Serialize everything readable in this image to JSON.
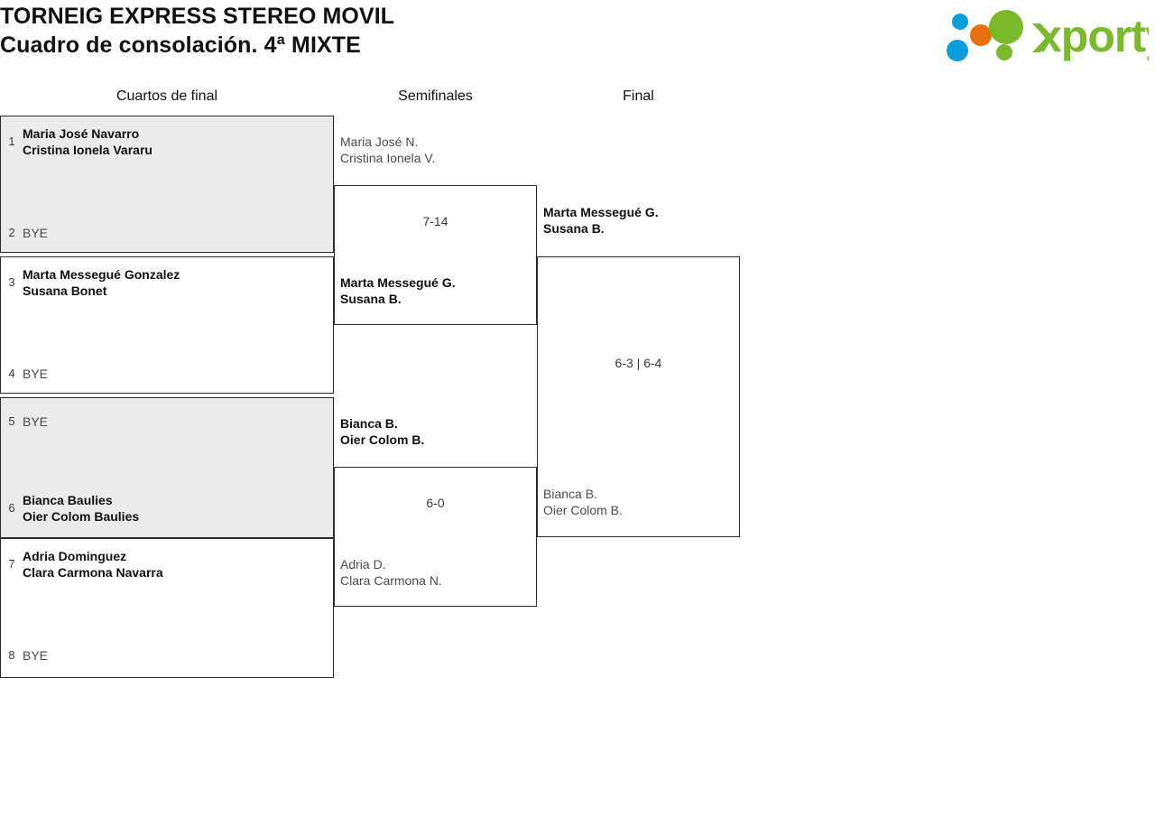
{
  "header": {
    "title_line1": "TORNEIG EXPRESS STEREO MOVIL",
    "title_line2": "Cuadro de consolación. 4ª MIXTE",
    "logo_text": "xporty"
  },
  "colors": {
    "brand_green": "#7ab929",
    "brand_blue": "#0a9fda",
    "brand_orange": "#e8700a",
    "shaded_row": "#ebebeb",
    "border": "#2b2b2b",
    "winner_text": "#111111",
    "loser_text": "#4b4b4b"
  },
  "rounds": [
    {
      "label": "Cuartos de final"
    },
    {
      "label": "Semifinales"
    },
    {
      "label": "Final"
    }
  ],
  "round1": {
    "matches": [
      {
        "shaded": true,
        "top": {
          "seed": "1",
          "line1": "Maria José Navarro",
          "line2": "Cristina Ionela Vararu",
          "status": "winner"
        },
        "bottom": {
          "seed": "2",
          "line1": "BYE",
          "line2": "",
          "status": "bye"
        }
      },
      {
        "shaded": false,
        "top": {
          "seed": "3",
          "line1": "Marta Messegué Gonzalez",
          "line2": "Susana Bonet",
          "status": "winner"
        },
        "bottom": {
          "seed": "4",
          "line1": "BYE",
          "line2": "",
          "status": "bye"
        }
      },
      {
        "shaded": true,
        "top": {
          "seed": "5",
          "line1": "BYE",
          "line2": "",
          "status": "bye"
        },
        "bottom": {
          "seed": "6",
          "line1": "Bianca Baulies",
          "line2": "Oier Colom Baulies",
          "status": "winner"
        }
      },
      {
        "shaded": false,
        "top": {
          "seed": "7",
          "line1": "Adria Dominguez",
          "line2": "Clara Carmona Navarra",
          "status": "winner"
        },
        "bottom": {
          "seed": "8",
          "line1": "BYE",
          "line2": "",
          "status": "bye"
        }
      }
    ]
  },
  "semifinals": {
    "matches": [
      {
        "score": "7-14",
        "top": {
          "line1": "Maria José N.",
          "line2": "Cristina Ionela V.",
          "status": "loser"
        },
        "bottom": {
          "line1": "Marta Messegué G.",
          "line2": "Susana B.",
          "status": "winner"
        }
      },
      {
        "score": "6-0",
        "top": {
          "line1": "Bianca B.",
          "line2": "Oier Colom B.",
          "status": "winner"
        },
        "bottom": {
          "line1": "Adria D.",
          "line2": "Clara Carmona N.",
          "status": "loser"
        }
      }
    ]
  },
  "final": {
    "matches": [
      {
        "score": "6-3 | 6-4",
        "top": {
          "line1": "Marta Messegué G.",
          "line2": "Susana B.",
          "status": "winner"
        },
        "bottom": {
          "line1": "Bianca B.",
          "line2": "Oier Colom B.",
          "status": "loser"
        }
      }
    ]
  }
}
